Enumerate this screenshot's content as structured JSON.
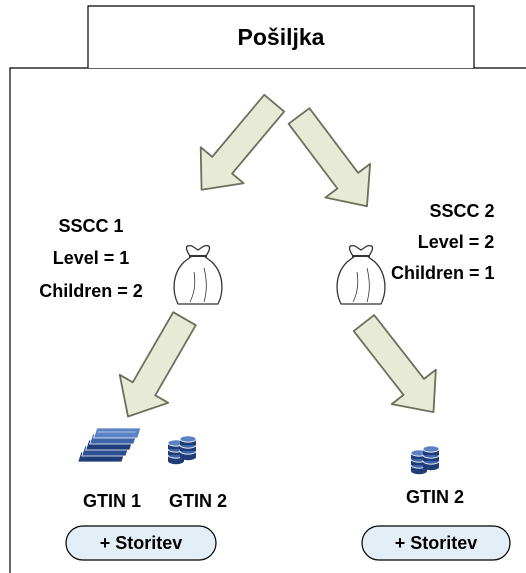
{
  "title": "Pošiljka",
  "left_node": {
    "sscc": "SSCC 1",
    "level": "Level = 1",
    "children": "Children = 2",
    "icon": "bag-icon",
    "gtins": [
      "GTIN 1",
      "GTIN 2"
    ],
    "gtin_icons": [
      "banknotes-icon",
      "coins-icon"
    ],
    "service": "+ Storitev"
  },
  "right_node": {
    "sscc": "SSCC 2",
    "level": "Level = 2",
    "children": "Children = 1",
    "icon": "bag-icon",
    "gtins": [
      "GTIN 2"
    ],
    "gtin_icons": [
      "coins-icon"
    ],
    "service": "+ Storitev"
  },
  "colors": {
    "arrow_fill": "#e8ead8",
    "arrow_stroke": "#6e6e5a",
    "pill_fill": "#e4eef6",
    "icon_blue": "#1f3c78"
  }
}
